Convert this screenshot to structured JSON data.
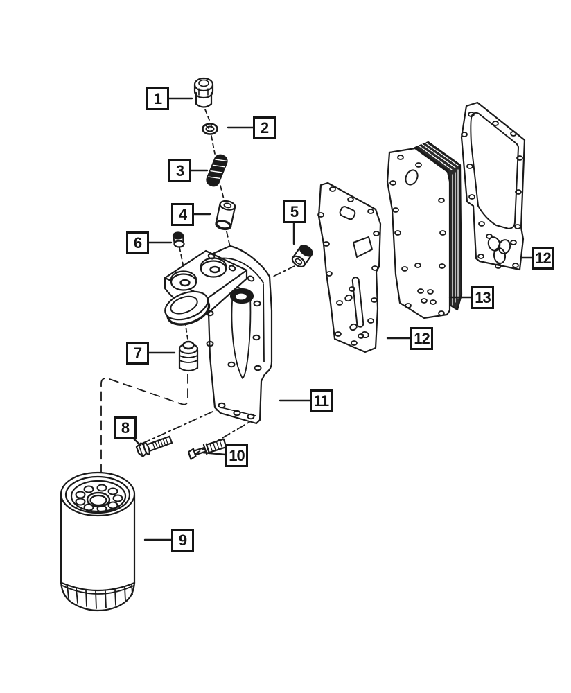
{
  "colors": {
    "ink": "#1a1a1a",
    "paper": "#ffffff"
  },
  "callouts": [
    {
      "label": "1"
    },
    {
      "label": "2"
    },
    {
      "label": "3"
    },
    {
      "label": "4"
    },
    {
      "label": "5"
    },
    {
      "label": "6"
    },
    {
      "label": "7"
    },
    {
      "label": "8"
    },
    {
      "label": "9"
    },
    {
      "label": "10"
    },
    {
      "label": "11"
    },
    {
      "label": "12"
    },
    {
      "label": "13"
    },
    {
      "label": "12"
    }
  ]
}
